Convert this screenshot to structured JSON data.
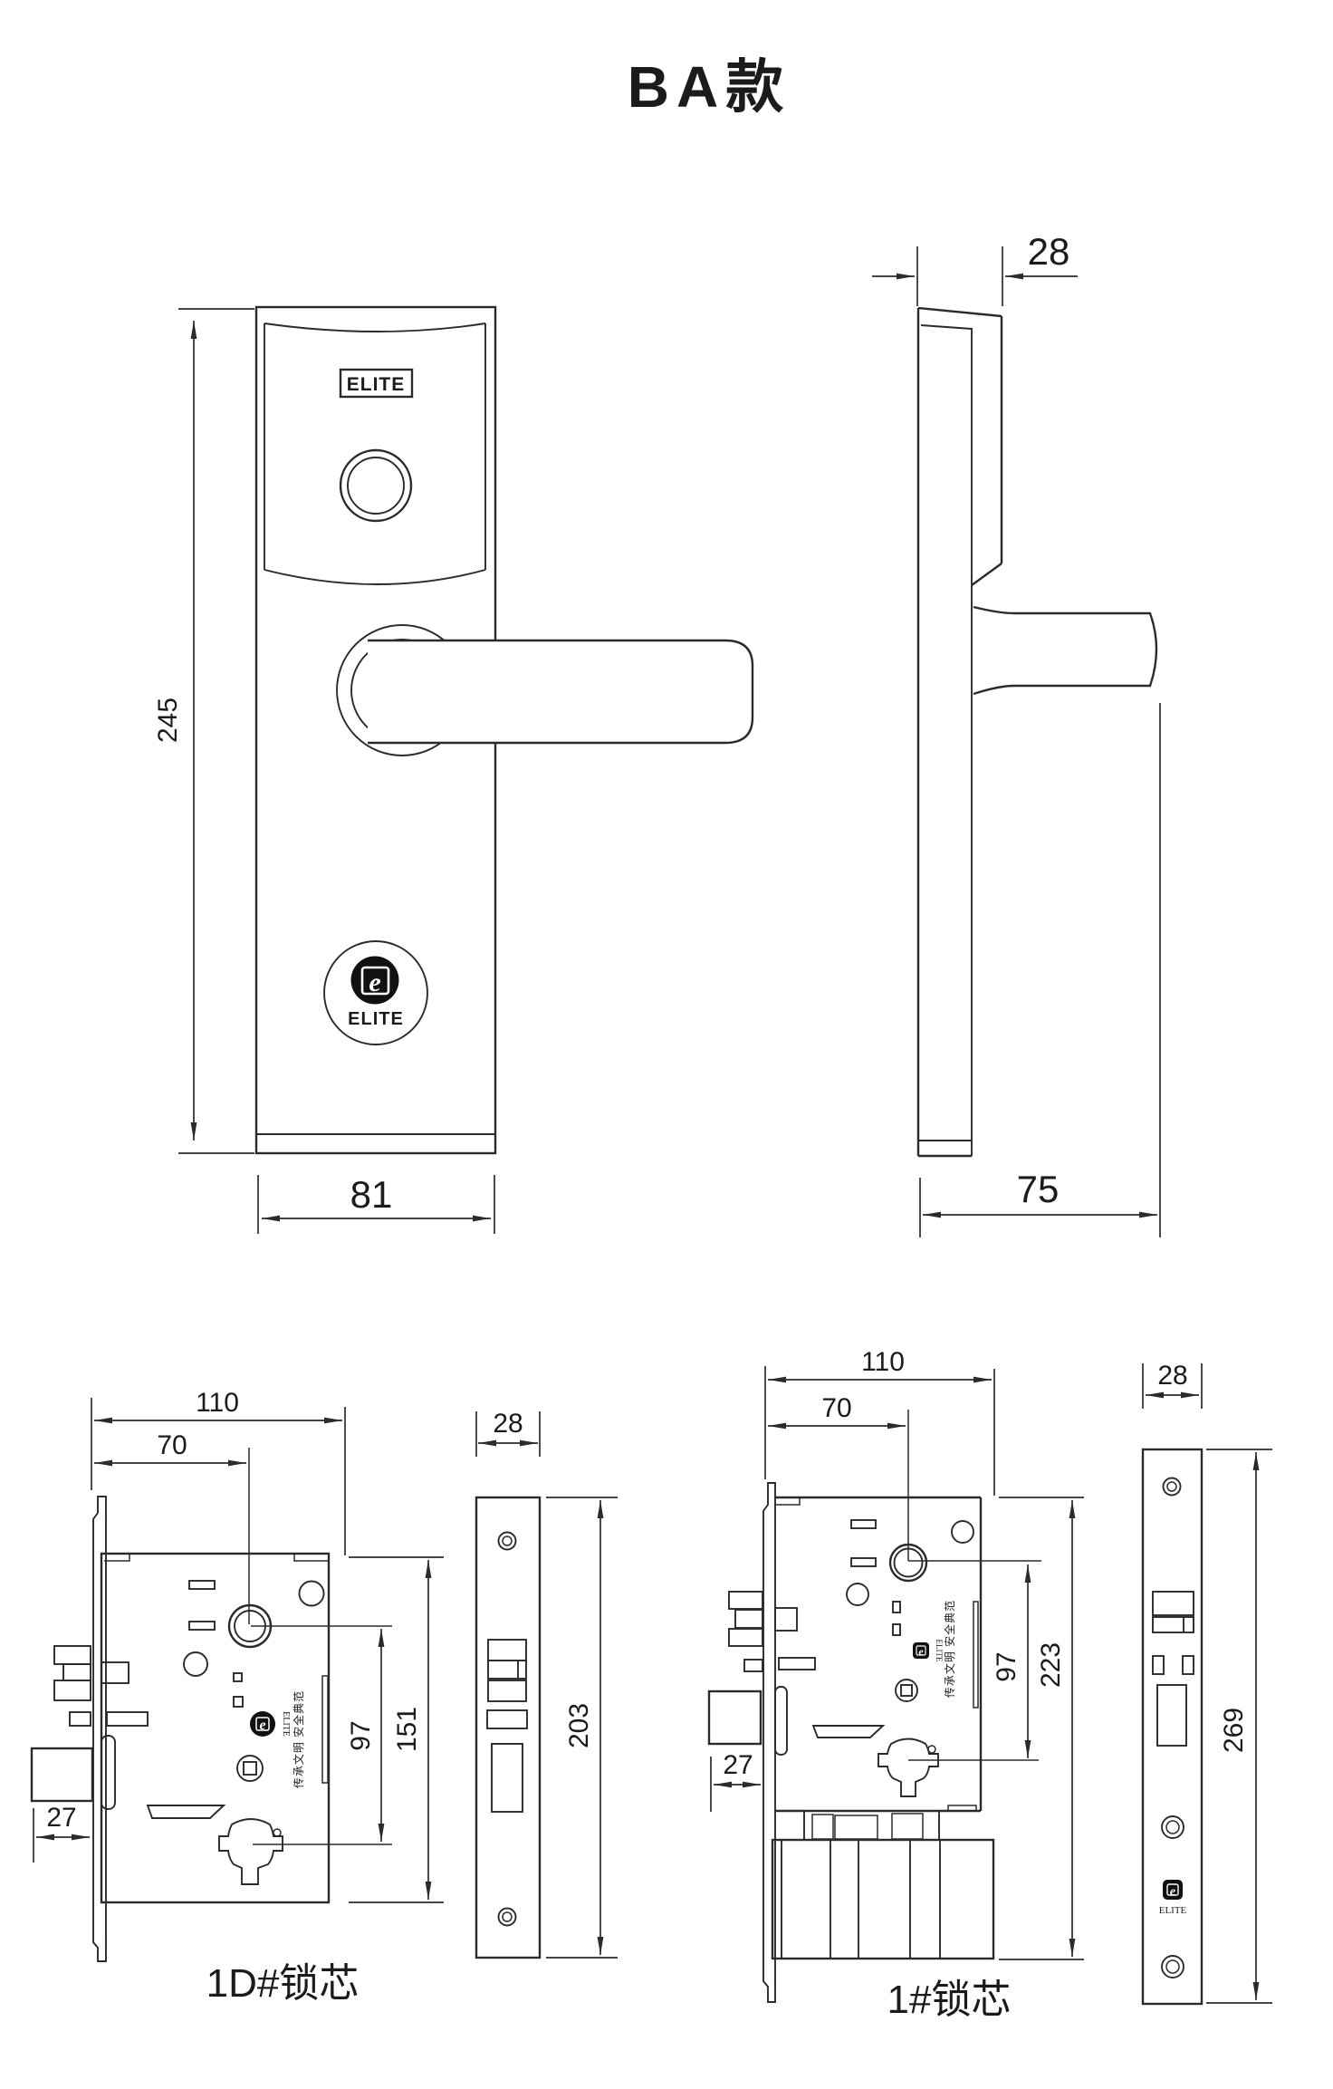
{
  "title": "BA款",
  "brand": "ELITE",
  "brand_initial": "e",
  "slogan": "传承文明 安全典范",
  "front_view": {
    "height_mm": "245",
    "width_mm": "81"
  },
  "side_view": {
    "thickness_mm": "28",
    "depth_mm": "75"
  },
  "lock_1d": {
    "caption": "1D#锁芯",
    "overall_width_mm": "110",
    "backset_mm": "70",
    "centers_mm": "97",
    "body_height_mm": "151",
    "bolt_offset_mm": "27",
    "faceplate": {
      "width_mm": "28",
      "height_mm": "203"
    }
  },
  "lock_1": {
    "caption": "1#锁芯",
    "overall_width_mm": "110",
    "backset_mm": "70",
    "centers_mm": "97",
    "body_height_mm": "223",
    "bolt_offset_mm": "27",
    "faceplate": {
      "width_mm": "28",
      "height_mm": "269"
    }
  }
}
